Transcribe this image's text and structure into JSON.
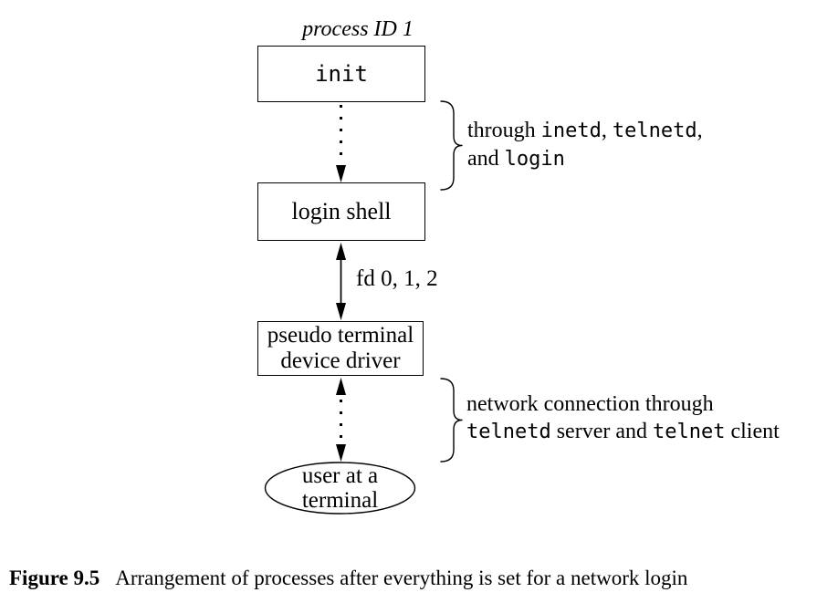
{
  "figure": {
    "process_id_label": "process ID 1",
    "boxes": {
      "init": {
        "label": "init"
      },
      "login_shell": {
        "label": "login shell"
      },
      "pty": {
        "line1": "pseudo terminal",
        "line2": "device driver"
      }
    },
    "terminal_ellipse": {
      "line1": "user at a",
      "line2": "terminal"
    },
    "fd_label": "fd 0, 1, 2",
    "top_annotation": {
      "line1": [
        {
          "text": "through "
        },
        {
          "text": "inetd"
        },
        {
          "text": ", "
        },
        {
          "text": "telnetd"
        },
        {
          "text": ","
        }
      ],
      "line2": [
        {
          "text": "and "
        },
        {
          "text": "login"
        }
      ]
    },
    "bottom_annotation": {
      "line1": [
        {
          "text": "network connection through"
        }
      ],
      "line2": [
        {
          "text": "telnetd"
        },
        {
          "text": " server and "
        },
        {
          "text": "telnet"
        },
        {
          "text": " client"
        }
      ]
    }
  },
  "caption": {
    "label": "Figure 9.5",
    "text": "Arrangement of processes after everything is set for a network login"
  },
  "colors": {
    "ink": "#000000",
    "background": "#ffffff"
  }
}
